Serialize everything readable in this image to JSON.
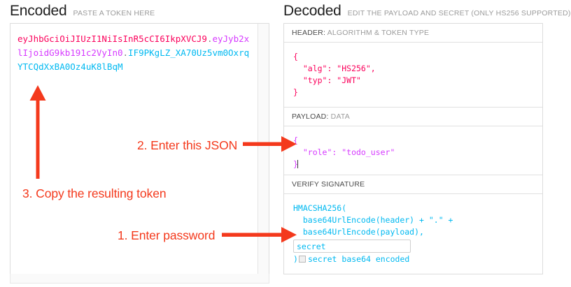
{
  "encoded": {
    "title": "Encoded",
    "subtitle": "PASTE A TOKEN HERE",
    "token": {
      "header_part": "eyJhbGciOiJIUzI1NiIsInR5cCI6IkpXVCJ9",
      "dot1": ".",
      "payload_part": "eyJyb2xlIjoidG9kb191c2VyIn0",
      "dot2": ".",
      "signature_part": "IF9PKgLZ_XA70Uz5vm0OxrqYTCQdXxBA0Oz4uK8lBqM"
    }
  },
  "decoded": {
    "title": "Decoded",
    "subtitle": "EDIT THE PAYLOAD AND SECRET (ONLY HS256 SUPPORTED)",
    "sections": {
      "header": {
        "label_key": "HEADER:",
        "label_rest": " ALGORITHM & TOKEN TYPE",
        "code": "{\n  \"alg\": \"HS256\",\n  \"typ\": \"JWT\"\n}"
      },
      "payload": {
        "label_key": "PAYLOAD:",
        "label_rest": " DATA",
        "code": "{\n  \"role\": \"todo_user\"\n}"
      },
      "signature": {
        "label_key": "VERIFY SIGNATURE",
        "label_rest": "",
        "line1": "HMACSHA256(",
        "line2": "  base64UrlEncode(header) + \".\" +",
        "line3": "  base64UrlEncode(payload),",
        "secret_value": "secret",
        "close_paren": ")",
        "base64_label": "secret base64 encoded"
      }
    }
  },
  "annotations": {
    "step1": "1. Enter password",
    "step2": "2. Enter this JSON",
    "step3": "3. Copy the resulting token"
  },
  "colors": {
    "header_segment": "#fb015b",
    "payload_segment": "#d63aff",
    "signature_segment": "#00b9f1",
    "annotation": "#f4391c",
    "panel_border": "#dcdcdc",
    "muted_label": "#9b9b9b"
  }
}
